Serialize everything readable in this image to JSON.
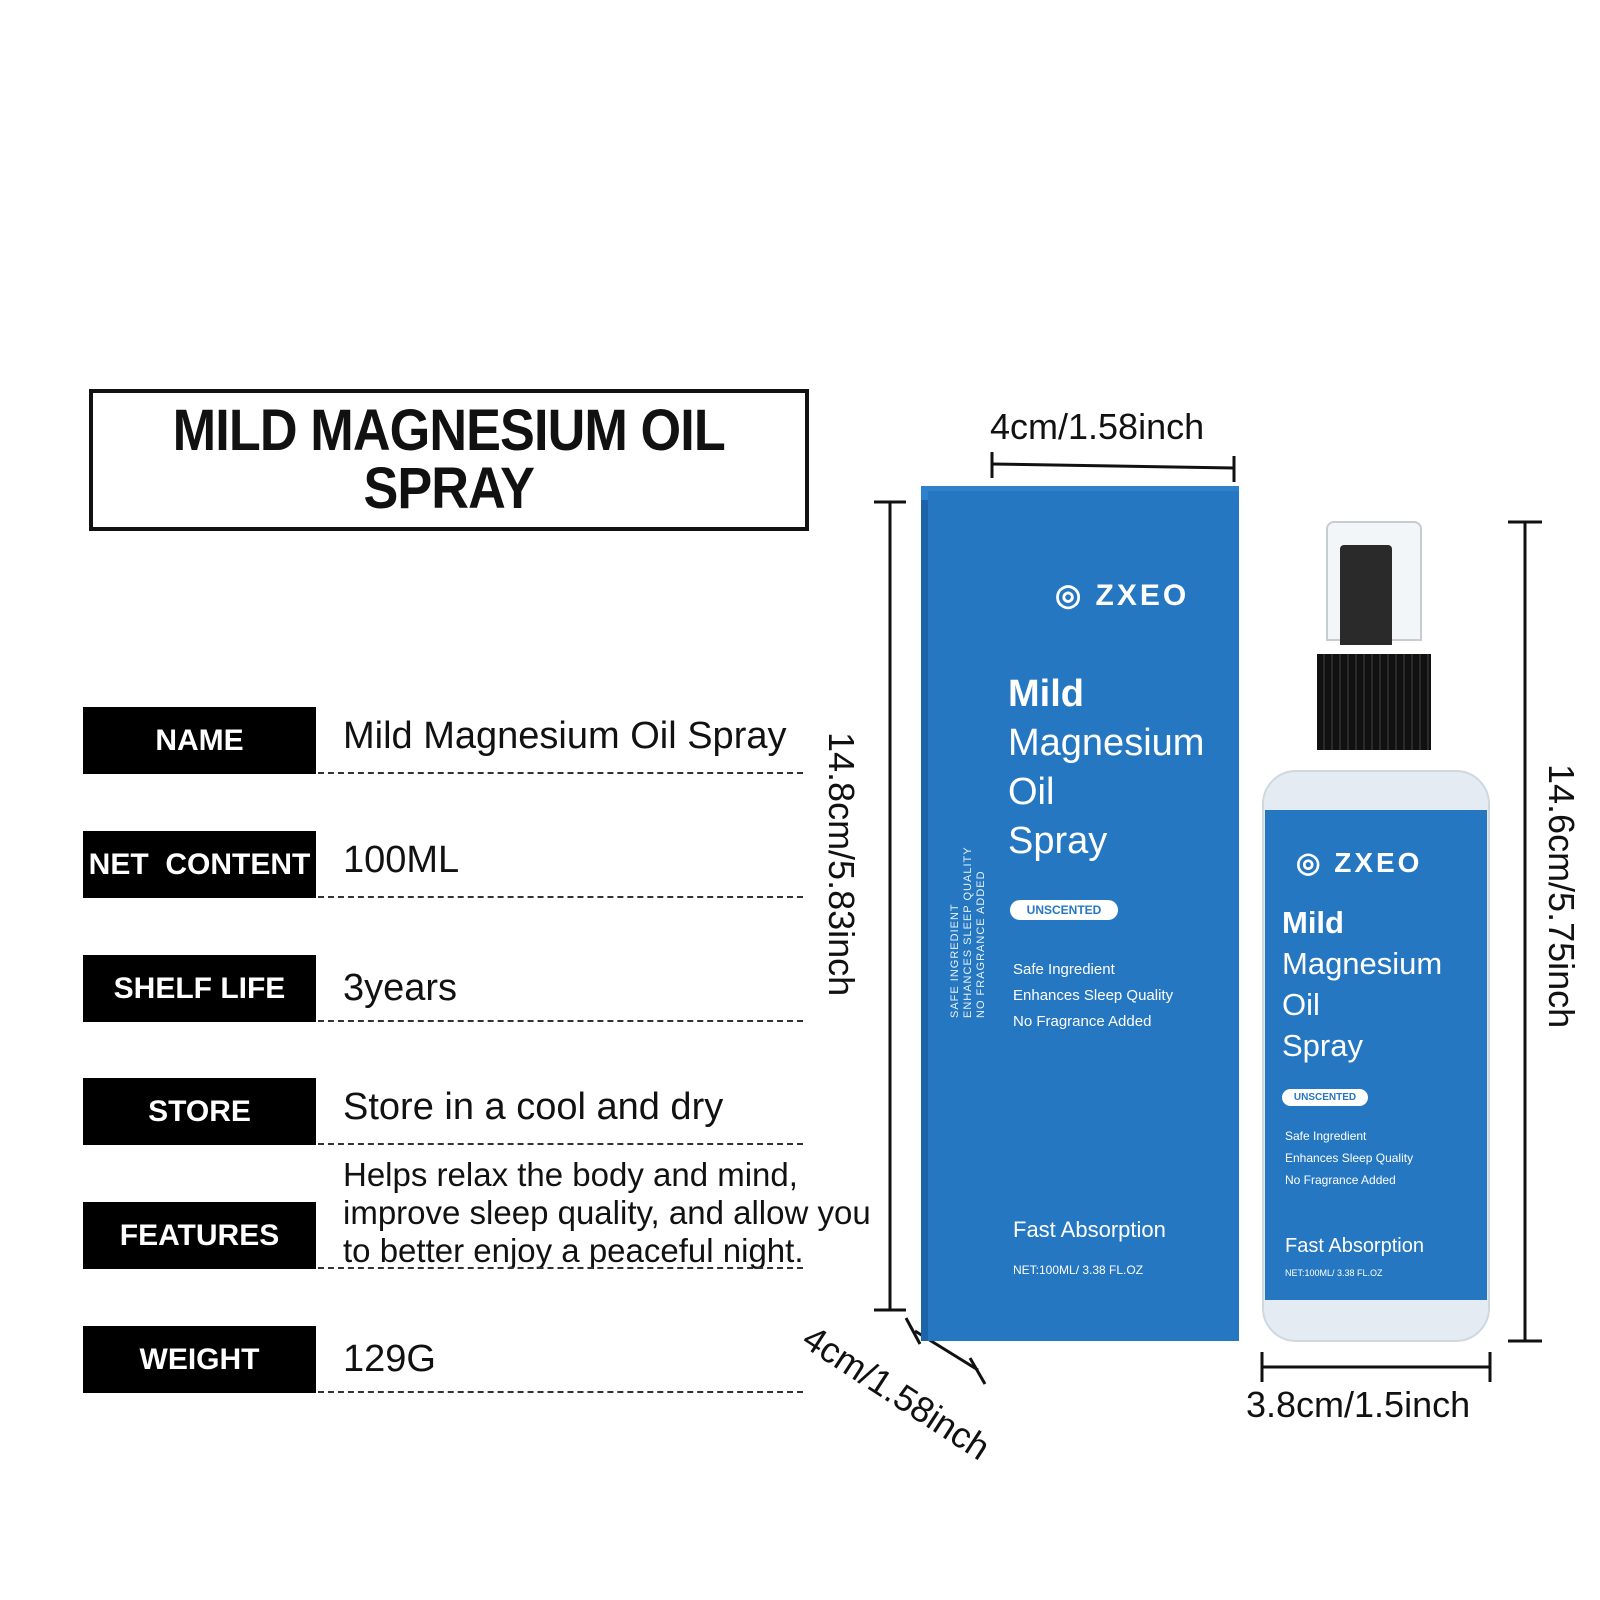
{
  "title": {
    "line1": "MILD MAGNESIUM OIL",
    "line2": "SPRAY"
  },
  "specs": [
    {
      "label": "NAME",
      "value": "Mild Magnesium Oil Spray"
    },
    {
      "label": "NET  CONTENT",
      "value": "100ML"
    },
    {
      "label": "SHELF LIFE",
      "value": "3years"
    },
    {
      "label": "STORE",
      "value": "Store in a cool and dry"
    },
    {
      "label": "FEATURES",
      "value": "Helps relax the body and mind, improve sleep quality, and allow you to better enjoy a peaceful night."
    },
    {
      "label": "WEIGHT",
      "value": "129G"
    }
  ],
  "dimensions": {
    "box_width": "4cm/1.58inch",
    "box_height": "14.8cm/5.83inch",
    "box_depth": "4cm/1.58inch",
    "bottle_height": "14.6cm/5.75inch",
    "bottle_width": "3.8cm/1.5inch"
  },
  "product": {
    "brand": "ZXEO",
    "name_lines": [
      "Mild",
      "Magnesium",
      "Oil",
      "Spray"
    ],
    "badge": "UNSCENTED",
    "benefits": [
      "Safe Ingredient",
      "Enhances Sleep Quality",
      "No Fragrance Added"
    ],
    "tagline": "Fast Absorption",
    "net": "NET:100ML/ 3.38 FL.OZ",
    "side_text": [
      "SAFE INGREDIENT",
      "ENHANCES SLEEP QUALITY",
      "NO FRAGRANCE ADDED"
    ]
  },
  "colors": {
    "brand_blue": "#2577c2",
    "label_black": "#000000"
  }
}
